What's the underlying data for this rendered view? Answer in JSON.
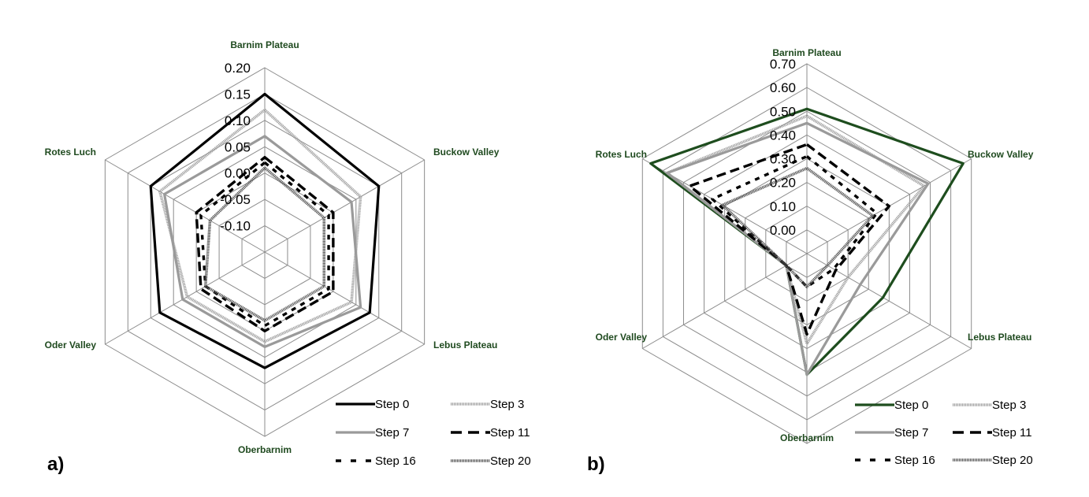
{
  "chart_data": [
    {
      "panel_label": "a)",
      "type": "radar",
      "categories": [
        "Barnim Plateau",
        "Buckow Valley",
        "Lebus Plateau",
        "Oberbarnim",
        "Oder Valley",
        "Rotes Luch"
      ],
      "rlim": [
        -0.15,
        0.2
      ],
      "ticks": [
        -0.1,
        -0.05,
        0.0,
        0.05,
        0.1,
        0.15,
        0.2
      ],
      "tick_labels": [
        "-0.10",
        "-0.05",
        "0.00",
        "0.05",
        "0.10",
        "0.15",
        "0.20"
      ],
      "legend": "bottom-right",
      "series": [
        {
          "name": "Step 0",
          "values": [
            0.15,
            0.1,
            0.08,
            0.07,
            0.08,
            0.1
          ],
          "color": "#000000",
          "style": "solid-thick"
        },
        {
          "name": "Step 3",
          "values": [
            0.12,
            0.06,
            0.04,
            0.02,
            0.02,
            0.08
          ],
          "color": "#a0a0a0",
          "style": "textured"
        },
        {
          "name": "Step 7",
          "values": [
            0.07,
            0.04,
            0.06,
            0.03,
            0.03,
            0.07
          ],
          "color": "#9a9a9a",
          "style": "solid-thick"
        },
        {
          "name": "Step 11",
          "values": [
            0.03,
            0.0,
            0.0,
            0.0,
            -0.01,
            0.0
          ],
          "color": "#000000",
          "style": "long-dash"
        },
        {
          "name": "Step 16",
          "values": [
            0.02,
            -0.01,
            -0.01,
            -0.01,
            -0.02,
            -0.01
          ],
          "color": "#000000",
          "style": "short-dash"
        },
        {
          "name": "Step 20",
          "values": [
            0.01,
            -0.02,
            -0.02,
            -0.02,
            -0.02,
            -0.03
          ],
          "color": "#555555",
          "style": "textured"
        }
      ]
    },
    {
      "panel_label": "b)",
      "type": "radar",
      "categories": [
        "Barnim Plateau",
        "Buckow Valley",
        "Lebus Plateau",
        "Oberbarnim",
        "Oder Valley",
        "Rotes Luch"
      ],
      "rlim": [
        -0.1,
        0.7
      ],
      "ticks": [
        0.0,
        0.1,
        0.2,
        0.3,
        0.4,
        0.5,
        0.6,
        0.7
      ],
      "tick_labels": [
        "0.00",
        "0.10",
        "0.20",
        "0.30",
        "0.40",
        "0.50",
        "0.60",
        "0.70"
      ],
      "legend": "bottom-right",
      "series": [
        {
          "name": "Step 0",
          "values": [
            0.51,
            0.66,
            0.27,
            0.41,
            0.0,
            0.66
          ],
          "color": "#1e4d1e",
          "style": "solid-thick"
        },
        {
          "name": "Step 3",
          "values": [
            0.48,
            0.47,
            0.1,
            0.28,
            0.0,
            0.58
          ],
          "color": "#a0a0a0",
          "style": "textured"
        },
        {
          "name": "Step 7",
          "values": [
            0.45,
            0.49,
            0.16,
            0.41,
            0.0,
            0.58
          ],
          "color": "#9a9a9a",
          "style": "solid-thick"
        },
        {
          "name": "Step 11",
          "values": [
            0.36,
            0.3,
            0.04,
            0.24,
            0.0,
            0.47
          ],
          "color": "#000000",
          "style": "long-dash"
        },
        {
          "name": "Step 16",
          "values": [
            0.31,
            0.24,
            0.03,
            0.04,
            0.0,
            0.36
          ],
          "color": "#000000",
          "style": "short-dash"
        },
        {
          "name": "Step 20",
          "values": [
            0.26,
            0.22,
            0.0,
            0.04,
            0.0,
            0.31
          ],
          "color": "#555555",
          "style": "textured"
        }
      ]
    }
  ]
}
